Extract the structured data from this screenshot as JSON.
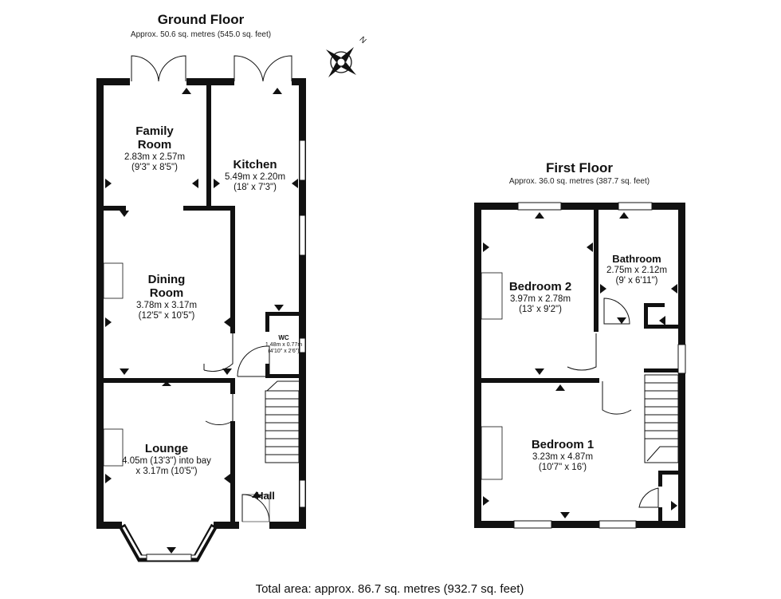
{
  "ground_floor": {
    "title": "Ground Floor",
    "area": "Approx. 50.6 sq. metres (545.0 sq. feet)",
    "rooms": {
      "family_room": {
        "name_line1": "Family",
        "name_line2": "Room",
        "dims_metric": "2.83m x 2.57m",
        "dims_imperial": "(9'3\" x 8'5\")"
      },
      "kitchen": {
        "name": "Kitchen",
        "dims_metric": "5.49m x 2.20m",
        "dims_imperial": "(18' x 7'3\")"
      },
      "dining_room": {
        "name_line1": "Dining",
        "name_line2": "Room",
        "dims_metric": "3.78m x 3.17m",
        "dims_imperial": "(12'5\" x 10'5\")"
      },
      "wc": {
        "name": "WC",
        "dims_metric": "1.48m x 0.77m",
        "dims_imperial": "(4'10\" x 2'6\")"
      },
      "lounge": {
        "name": "Lounge",
        "dims_line1": "4.05m (13'3\") into bay",
        "dims_line2": "x 3.17m (10'5\")"
      },
      "hall": {
        "name": "Hall"
      }
    }
  },
  "first_floor": {
    "title": "First Floor",
    "area": "Approx. 36.0 sq. metres (387.7 sq. feet)",
    "rooms": {
      "bedroom2": {
        "name": "Bedroom 2",
        "dims_metric": "3.97m x 2.78m",
        "dims_imperial": "(13' x 9'2\")"
      },
      "bathroom": {
        "name": "Bathroom",
        "dims_metric": "2.75m x 2.12m",
        "dims_imperial": "(9' x 6'11\")"
      },
      "bedroom1": {
        "name": "Bedroom 1",
        "dims_metric": "3.23m x 4.87m",
        "dims_imperial": "(10'7\" x 16')"
      }
    }
  },
  "compass": {
    "icon": "compass-icon",
    "north_label": "N"
  },
  "total_area": "Total area: approx. 86.7 sq. metres (932.7 sq. feet)",
  "colors": {
    "wall": "#111111",
    "window": "#ffffff",
    "background": "#ffffff"
  }
}
